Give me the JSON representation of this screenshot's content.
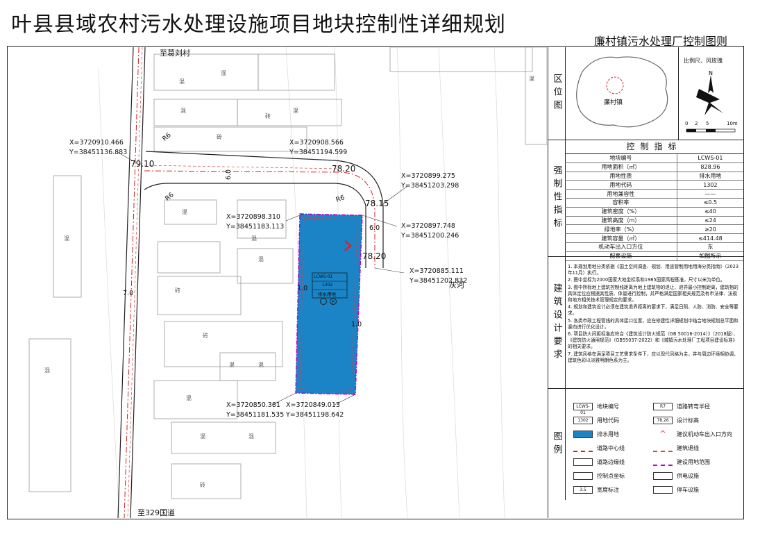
{
  "title": "叶县县域农村污水处理设施项目地块控制性详细规划",
  "subtitle": "廉村镇污水处理厂控制图则",
  "map": {
    "road_north_label": "至葛刘村",
    "road_south_label": "至329国道",
    "river_label": "灰河",
    "parcel": {
      "code": "LCWS-01",
      "use_code": "1302",
      "use_name": "排水用地"
    },
    "elevations": [
      "79.10",
      "78.20",
      "78.15",
      "78.20"
    ],
    "widths": [
      "6.0",
      "7.0",
      "6.0",
      "1.0",
      "1.0"
    ],
    "radius_labels": [
      "R6",
      "R6",
      "R6"
    ],
    "coords": [
      {
        "x": "X=3720910.466",
        "y": "Y=38451136.883"
      },
      {
        "x": "X=3720908.566",
        "y": "Y=38451194.599"
      },
      {
        "x": "X=3720899.275",
        "y": "Y=38451203.298"
      },
      {
        "x": "X=3720898.310",
        "y": "Y=38451183.113"
      },
      {
        "x": "X=3720897.748",
        "y": "Y=38451200.246"
      },
      {
        "x": "X=3720885.111",
        "y": "Y=38451202.832"
      },
      {
        "x": "X=3720850.381",
        "y": "Y=38451181.535"
      },
      {
        "x": "X=3720849.013",
        "y": "Y=38451198.642"
      }
    ],
    "building_labels": [
      "混",
      "混",
      "混",
      "混",
      "砖",
      "砖",
      "混",
      "混",
      "混",
      "砖",
      "砖",
      "混",
      "混",
      "混",
      "混",
      "混",
      "砖",
      "混",
      "混",
      "混"
    ]
  },
  "location": {
    "label": "区位图",
    "town": "廉村镇",
    "scale_title": "比例尺、风玫瑰",
    "scale_ticks": [
      "0",
      "2",
      "5",
      "10m"
    ]
  },
  "indicators": {
    "label": "强制性指标",
    "title": "控制指标",
    "rows": [
      {
        "k": "地块编号",
        "v": "LCWS-01"
      },
      {
        "k": "用地面积（㎡）",
        "v": "828.96"
      },
      {
        "k": "用地性质",
        "v": "排水用地"
      },
      {
        "k": "用地代码",
        "v": "1302"
      },
      {
        "k": "用地兼容性",
        "v": "——"
      },
      {
        "k": "容积率",
        "v": "≤0.5"
      },
      {
        "k": "建筑密度（%）",
        "v": "≤40"
      },
      {
        "k": "建筑高度（m）",
        "v": "≤24"
      },
      {
        "k": "绿地率（%）",
        "v": "≥20"
      },
      {
        "k": "建筑容量（㎡）",
        "v": "≤414.48"
      },
      {
        "k": "机动车出入口方位",
        "v": "东"
      },
      {
        "k": "配套设施",
        "v": "如图所示"
      }
    ]
  },
  "requirements": {
    "label": "建筑设计要求",
    "items": [
      "1. 本规划用地分类依据《国土空间调查、规划、用途管制用地用海分类指南》（2023年11月）执行。",
      "2. 图中坐标为2000国家大地坐标系和1985国家高程基准，尺寸以米为单位。",
      "3. 图中所标地上建筑控制线距离为地上建筑物的退让、退界最小控制距离，建筑物的具体定位应根据其性质、体量进行控制，并严格满足国家相关规范及有市法律、法规和地方相关技术管理规定的要求。",
      "4. 规划和建筑设计必须在建筑退界距离的要求下，满足日照、人防、消防、安全等要求。",
      "5. 各类市政工程管线的具体接口位置，应在修建性详细规划中结合地块规划总平面和竖向进行优化设计。",
      "6. 项目防火间距标准应符合《建筑设计防火规范（GB 50016-2014）》（2018版）、《建筑防火通用规范》（GB55037-2022）和《城镇污水处理厂工程项目建设标准》的相关要求。",
      "7. 建筑风格在满足项目工艺需求条件下，应以现代风格为主，并与周边环境相协调，建筑色彩以淡雅明朗色系为主。"
    ]
  },
  "legend": {
    "label": "图例",
    "items": [
      {
        "sym": "LCWS-01",
        "text": "地块编号"
      },
      {
        "sym": "R7",
        "text": "道路转弯半径"
      },
      {
        "sym": "1302",
        "text": "用地代码"
      },
      {
        "sym": "78.26",
        "text": "设计标高"
      },
      {
        "sym": "",
        "text": "排水用地"
      },
      {
        "sym": "",
        "text": "建议机动车出入口方向"
      },
      {
        "sym": "",
        "text": "道路中心线"
      },
      {
        "sym": "",
        "text": "建筑退线"
      },
      {
        "sym": "",
        "text": "道路边缘线"
      },
      {
        "sym": "",
        "text": "建设用地范围"
      },
      {
        "sym": "",
        "text": "控制点坐标"
      },
      {
        "sym": "",
        "text": "供电设施"
      },
      {
        "sym": "3.5",
        "text": "宽度标注"
      },
      {
        "sym": "",
        "text": "停车设施"
      }
    ]
  },
  "colors": {
    "parcel_fill": "#1a84c6",
    "road_center": "#d42020",
    "setback": "#e04040",
    "boundary": "#c000c0"
  }
}
